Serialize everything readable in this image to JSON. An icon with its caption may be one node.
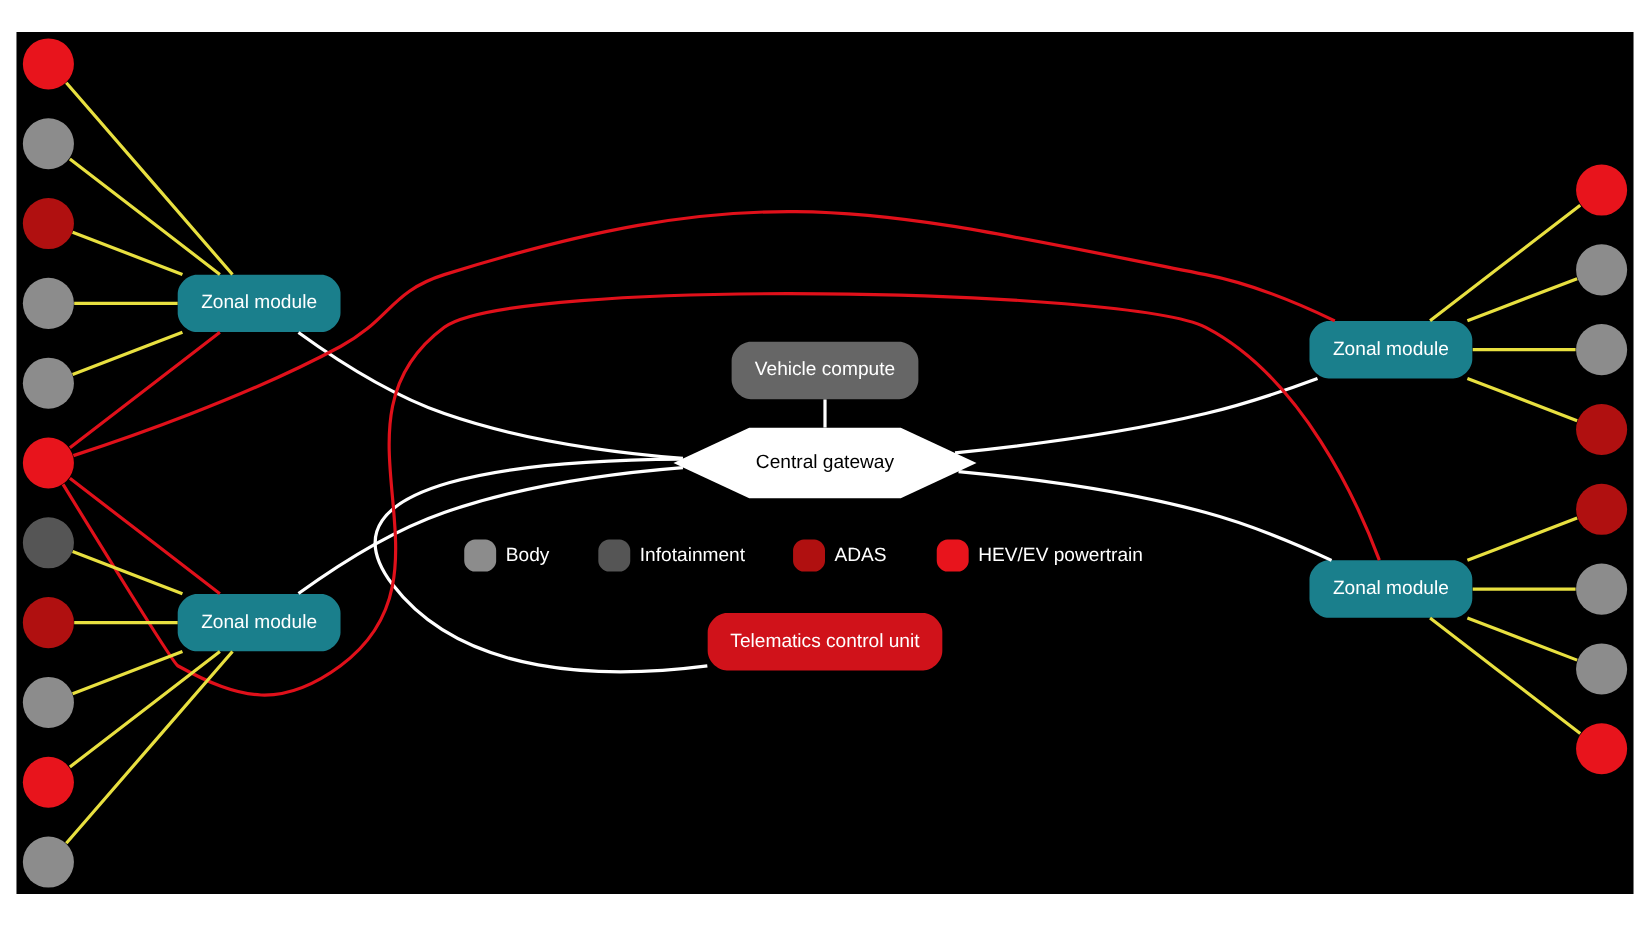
{
  "diagram": {
    "nodes": [
      {
        "text": [
          "Zonal module"
        ]
      },
      {
        "text": [
          "Zonal module"
        ]
      },
      {
        "text": [
          "Vehicle compute"
        ]
      },
      {
        "text": [
          "Central gateway"
        ]
      },
      {
        "text": [
          "Telematics control unit"
        ]
      },
      {
        "text": [
          "Zonal module"
        ]
      },
      {
        "text": [
          "Zonal module"
        ]
      },
      {
        "text": [],
        "shape": "circle"
      },
      {
        "text": [],
        "shape": "circle"
      },
      {
        "text": [],
        "shape": "circle"
      },
      {
        "text": [],
        "shape": "circle"
      },
      {
        "text": [],
        "shape": "circle"
      },
      {
        "text": [],
        "shape": "circle"
      },
      {
        "text": [],
        "shape": "circle"
      },
      {
        "text": [],
        "shape": "circle"
      },
      {
        "text": [],
        "shape": "circle"
      },
      {
        "text": [],
        "shape": "circle"
      },
      {
        "text": [],
        "shape": "circle"
      },
      {
        "text": [],
        "shape": "circle"
      },
      {
        "text": [],
        "shape": "circle"
      },
      {
        "text": [],
        "shape": "circle"
      },
      {
        "text": [],
        "shape": "circle"
      },
      {
        "text": [],
        "shape": "circle"
      },
      {
        "text": [],
        "shape": "circle"
      },
      {
        "text": [],
        "shape": "circle"
      },
      {
        "text": [],
        "shape": "circle"
      }
    ],
    "edges": [
      {
        "from": 7,
        "to": 0,
        "arrow": "none"
      },
      {
        "from": 8,
        "to": 0,
        "arrow": "none"
      },
      {
        "from": 9,
        "to": 0,
        "arrow": "none"
      },
      {
        "from": 10,
        "to": 0,
        "arrow": "none"
      },
      {
        "from": 11,
        "to": 0,
        "arrow": "none"
      },
      {
        "from": 1,
        "to": 13,
        "arrow": "none"
      },
      {
        "from": 1,
        "to": 14,
        "arrow": "none"
      },
      {
        "from": 1,
        "to": 15,
        "arrow": "none"
      },
      {
        "from": 1,
        "to": 16,
        "arrow": "none"
      },
      {
        "from": 6,
        "to": 17,
        "arrow": "none"
      },
      {
        "from": 6,
        "to": 18,
        "arrow": "none"
      },
      {
        "from": 6,
        "to": 19,
        "arrow": "none"
      },
      {
        "from": 6,
        "to": 20,
        "arrow": "none"
      },
      {
        "from": 21,
        "to": 5,
        "arrow": "none"
      },
      {
        "from": 22,
        "to": 5,
        "arrow": "none"
      },
      {
        "from": 23,
        "to": 5,
        "arrow": "none"
      },
      {
        "from": 24,
        "to": 5,
        "arrow": "none"
      },
      {
        "from": 25,
        "to": 5,
        "arrow": "none"
      },
      {
        "from": 0,
        "to": 3,
        "arrow": "none",
        "color": "#ffffff"
      },
      {
        "from": 5,
        "to": 3,
        "arrow": "none",
        "color": "#ffffff"
      },
      {
        "from": 3,
        "to": 1,
        "arrow": "none",
        "color": "#ffffff"
      },
      {
        "from": 3,
        "to": 6,
        "arrow": "none",
        "color": "#ffffff"
      },
      {
        "from": 2,
        "to": 3,
        "arrow": "none",
        "color": "#ffffff"
      },
      {
        "from": 3,
        "to": 4,
        "arrow": "none",
        "color": "#ffffff"
      },
      {
        "from": 12,
        "to": 0,
        "arrow": "none",
        "color": "#e0101a"
      },
      {
        "from": 12,
        "to": 5,
        "arrow": "none",
        "color": "#e0101a"
      },
      {
        "from": 12,
        "to": 1,
        "arrow": "none",
        "color": "#e0101a"
      },
      {
        "from": 12,
        "to": 6,
        "arrow": "none",
        "color": "#e0101a"
      }
    ],
    "legend": [
      {
        "text": "Body",
        "color": "#8c8c8c"
      },
      {
        "text": "Infotainment",
        "color": "#555555"
      },
      {
        "text": "ADAS",
        "color": "#b01010"
      },
      {
        "text": "HEV/EV powertrain",
        "color": "#e8141c"
      }
    ]
  }
}
